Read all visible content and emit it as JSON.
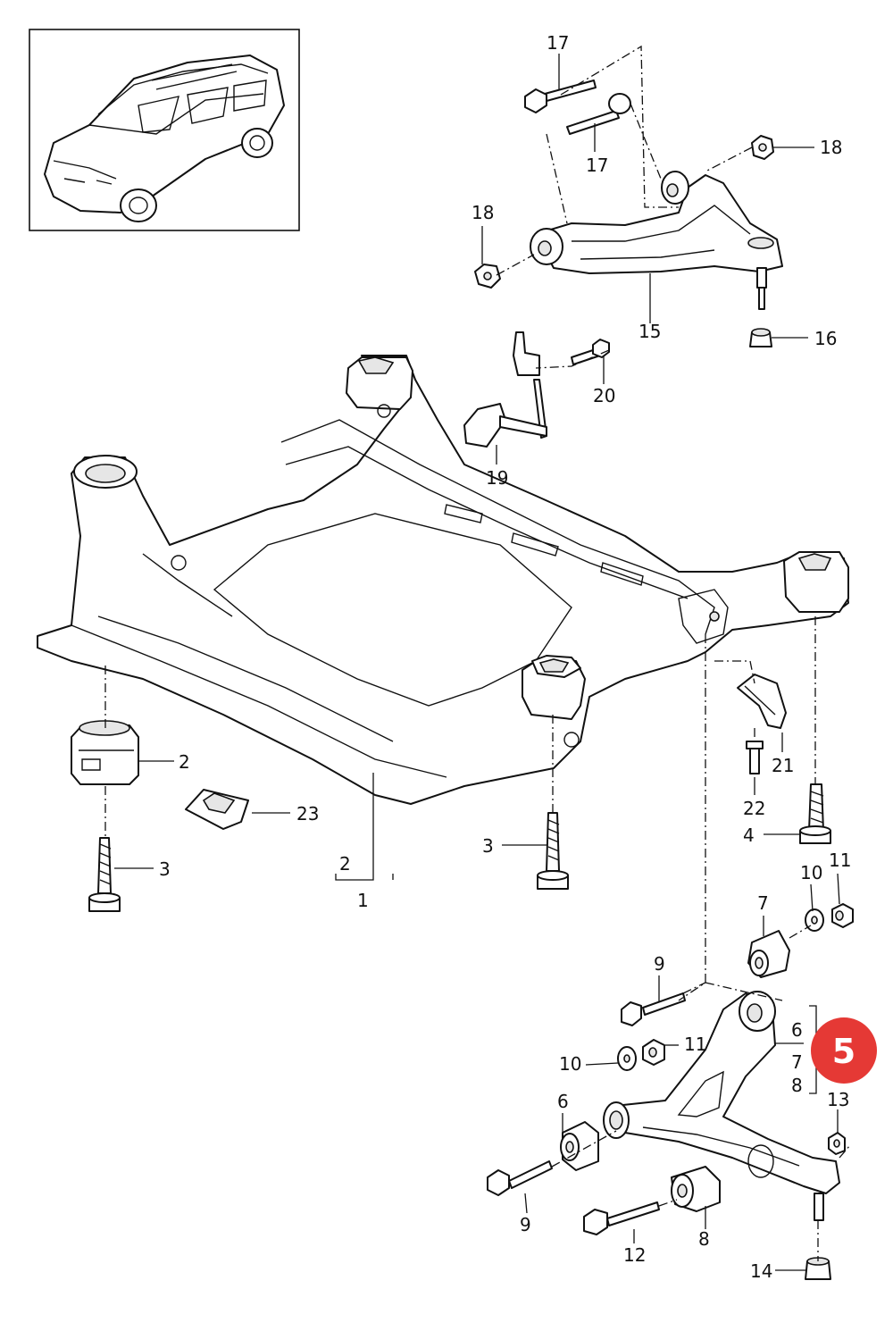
{
  "badge": {
    "text": "5",
    "color": "#e53935"
  },
  "labels": {
    "l1": "1",
    "l2a": "2",
    "l2b": "2",
    "l3a": "3",
    "l3b": "3",
    "l4": "4",
    "l6a": "6",
    "l6b": "6",
    "l7a": "7",
    "l7b": "7",
    "l8a": "8",
    "l8b": "8",
    "l9a": "9",
    "l9b": "9",
    "l10a": "10",
    "l10b": "10",
    "l11a": "11",
    "l11b": "11",
    "l12": "12",
    "l13": "13",
    "l14": "14",
    "l15": "15",
    "l16": "16",
    "l17a": "17",
    "l17b": "17",
    "l18a": "18",
    "l18b": "18",
    "l19": "19",
    "l20": "20",
    "l21": "21",
    "l22": "22",
    "l23": "23"
  },
  "icons": {
    "inset": "car-inset-icon",
    "subframe": "subframe-icon",
    "upper_arm": "upper-control-arm-icon",
    "lower_arm": "lower-control-arm-icon"
  }
}
